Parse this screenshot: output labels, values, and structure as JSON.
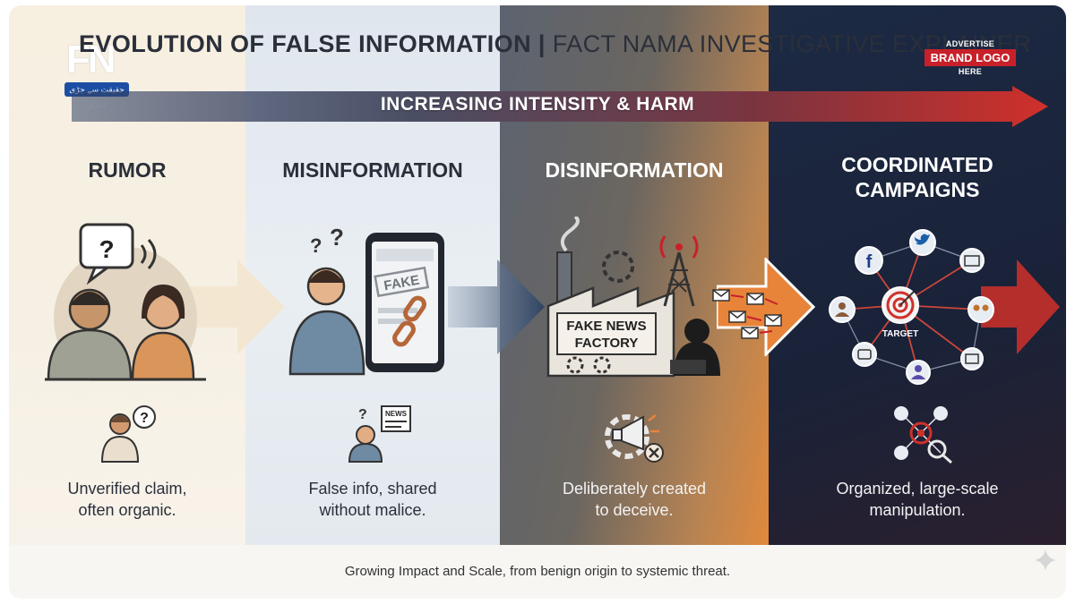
{
  "header": {
    "title_bold": "EVOLUTION OF FALSE INFORMATION",
    "separator": " | ",
    "title_rest": "FACT NAMA INVESTIGATIVE EXPLAINER"
  },
  "logo": {
    "letters": "FN",
    "tagline": "حقیقت سے جڑی خبریں"
  },
  "brand": {
    "top": "ADVERTISE",
    "main": "BRAND LOGO",
    "bottom": "HERE"
  },
  "progression": {
    "label": "INCREASING INTENSITY & HARM"
  },
  "stages": [
    {
      "title": "RUMOR",
      "description_line1": "Unverified claim,",
      "description_line2": "often organic."
    },
    {
      "title": "MISINFORMATION",
      "description_line1": "False info, shared",
      "description_line2": "without malice."
    },
    {
      "title": "DISINFORMATION",
      "description_line1": "Deliberately created",
      "description_line2": "to deceive."
    },
    {
      "title_line1": "COORDINATED",
      "title_line2": "CAMPAIGNS",
      "description_line1": "Organized, large-scale",
      "description_line2": "manipulation."
    }
  ],
  "illustration_labels": {
    "question": "?",
    "fake_stamp": "FAKE",
    "news_badge": "NEWS",
    "factory_line1": "FAKE NEWS",
    "factory_line2": "FACTORY",
    "target": "TARGET",
    "facebook": "f"
  },
  "footer": {
    "caption": "Growing Impact and Scale, from benign origin to systemic threat."
  },
  "colors": {
    "rumor_bg": "#f7efe0",
    "misinfo_bg": "#e3e9ee",
    "disinfo_bg": "#6b6660",
    "campaign_bg": "#1a2238",
    "harm_red": "#d0302a",
    "brand_red": "#c8202a",
    "logo_blue": "#1c4fa3"
  },
  "icons": [
    "speech-bubble-icon",
    "smartphone-icon",
    "broken-link-icon",
    "factory-icon",
    "gear-icon",
    "radio-tower-icon",
    "hacker-icon",
    "envelope-icon",
    "megaphone-icon",
    "network-icon",
    "target-icon",
    "facebook-icon",
    "twitter-icon",
    "sparkle-icon"
  ]
}
